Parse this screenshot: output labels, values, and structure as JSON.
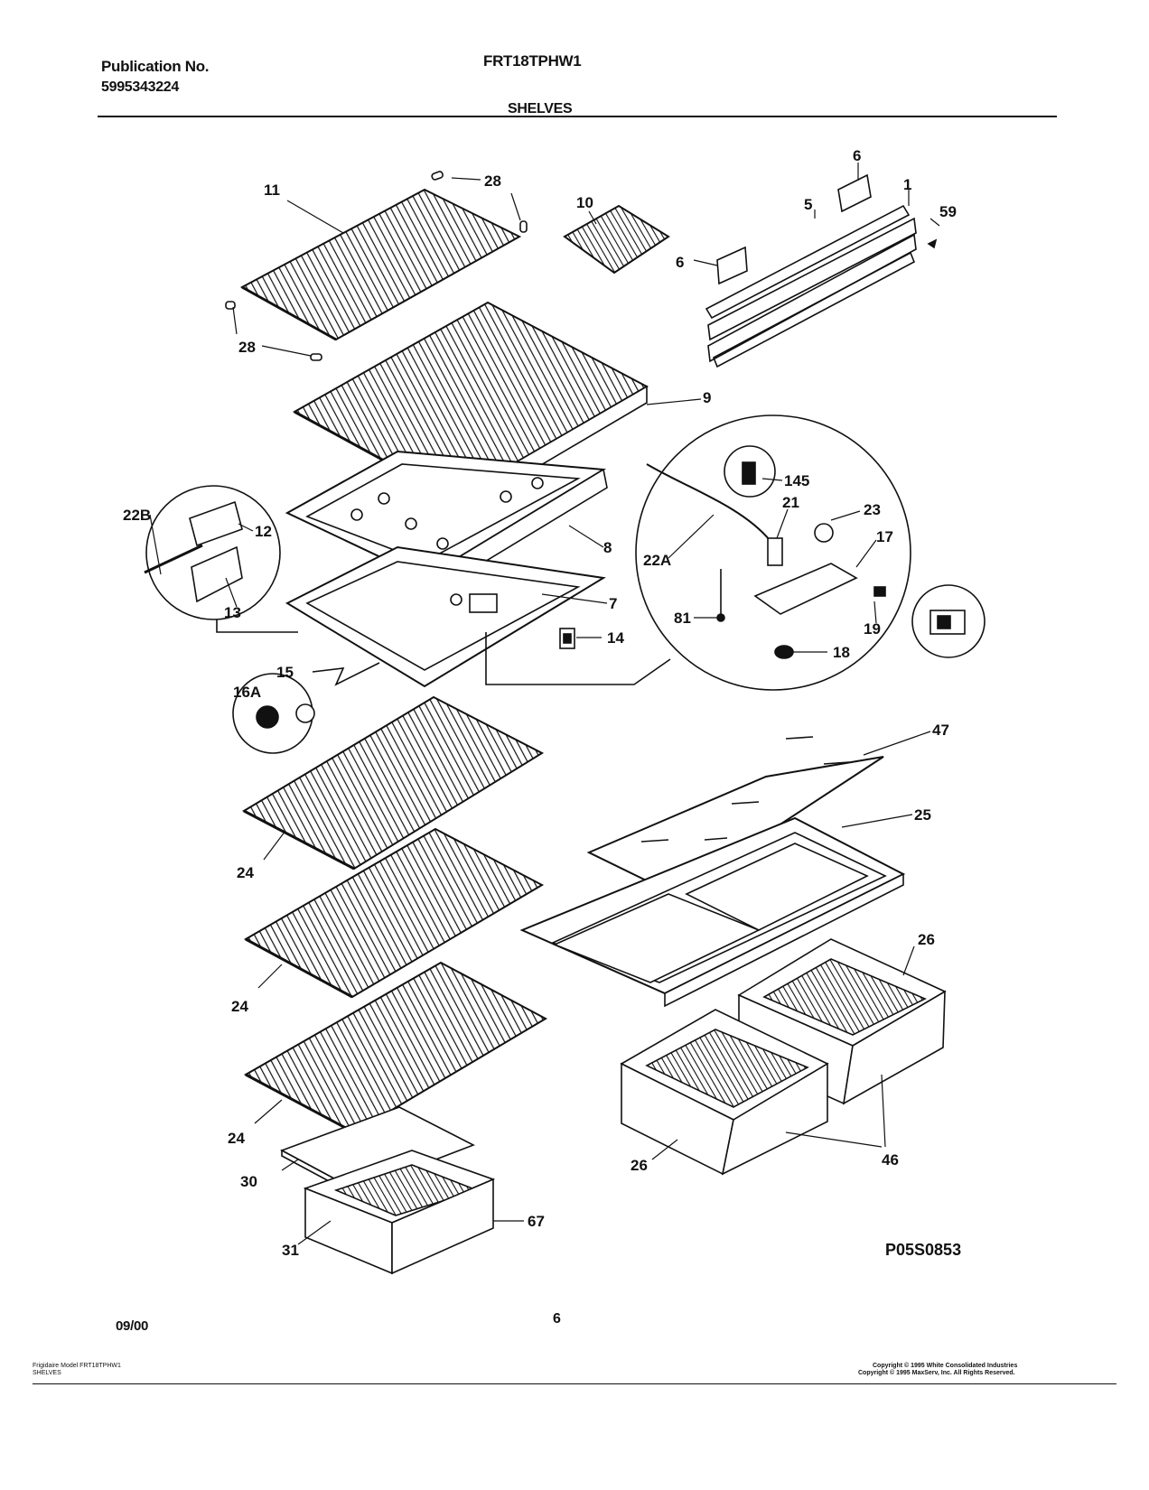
{
  "header": {
    "publication_label": "Publication No.",
    "publication_number": "5995343224",
    "model": "FRT18TPHW1",
    "section": "SHELVES"
  },
  "diagram": {
    "figure_code": "P05S0853",
    "callouts": {
      "c1": "1",
      "c5": "5",
      "c6a": "6",
      "c6b": "6",
      "c7": "7",
      "c8": "8",
      "c9": "9",
      "c10": "10",
      "c11": "11",
      "c12": "12",
      "c13": "13",
      "c14": "14",
      "c15": "15",
      "c16a": "16A",
      "c17": "17",
      "c18": "18",
      "c19": "19",
      "c21": "21",
      "c22a": "22A",
      "c22b": "22B",
      "c23": "23",
      "c24a": "24",
      "c24b": "24",
      "c24c": "24",
      "c25": "25",
      "c26a": "26",
      "c26b": "26",
      "c28a": "28",
      "c28b": "28",
      "c30": "30",
      "c31": "31",
      "c46": "46",
      "c47": "47",
      "c59": "59",
      "c67": "67",
      "c81": "81",
      "c145": "145"
    }
  },
  "footer": {
    "date": "09/00",
    "page": "6",
    "left_line1": "Frigidaire Model FRT18TPHW1",
    "left_line2": "SHELVES",
    "right_line1": "Copyright © 1995 White Consolidated Industries",
    "right_line2": "Copyright © 1995 MaxServ, Inc.  All Rights Reserved."
  }
}
